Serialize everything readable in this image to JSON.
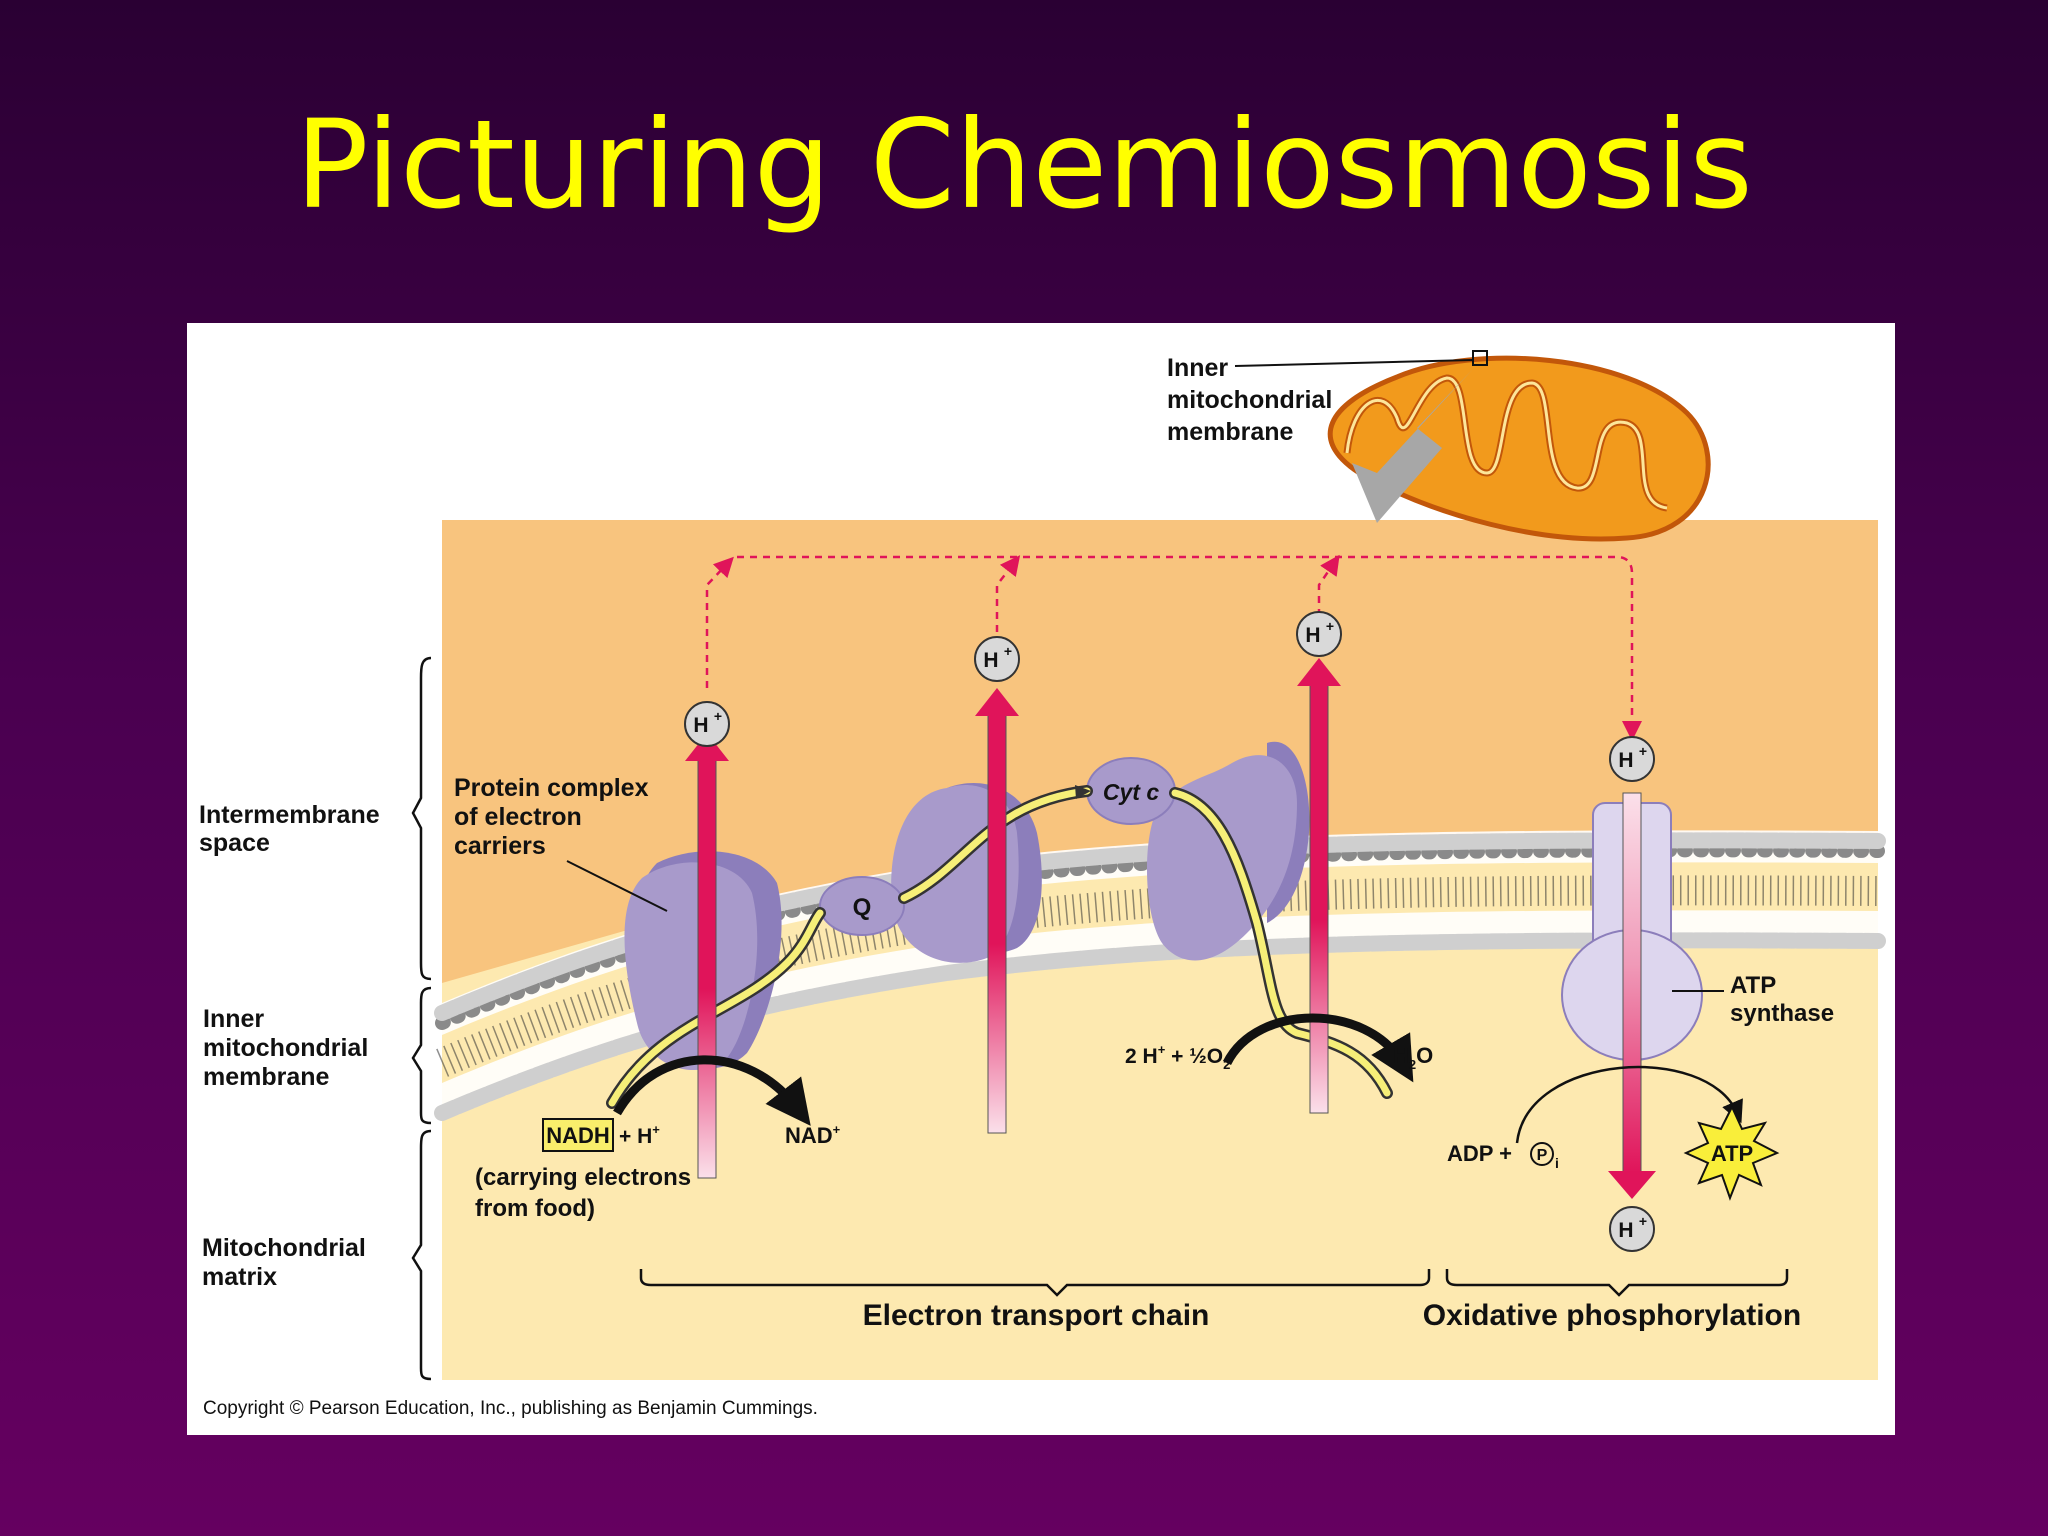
{
  "slide": {
    "title": "Picturing Chemiosmosis"
  },
  "figure": {
    "callout_inner_membrane": [
      "Inner",
      "mitochondrial",
      "membrane"
    ],
    "side_labels": {
      "intermembrane_space": [
        "Intermembrane",
        "space"
      ],
      "inner_membrane": [
        "Inner",
        "mitochondrial",
        "membrane"
      ],
      "matrix": [
        "Mitochondrial",
        "matrix"
      ]
    },
    "protein_complex_label": [
      "Protein complex",
      "of electron",
      "carriers"
    ],
    "proton": "H",
    "proton_charge": "+",
    "carrier_q": "Q",
    "carrier_cytc": "Cyt c",
    "nadh_box": "NADH",
    "nadh_plus": "+ H",
    "nadh_note": [
      "(carrying electrons",
      "from food)"
    ],
    "nad_plus": "NAD",
    "oxygen_eq": "2 H",
    "oxygen_eq_rest": " + ½O",
    "oxygen_sub": "2",
    "water": "H",
    "water_sub": "2",
    "water_o": "O",
    "atp_synthase_label": [
      "ATP",
      "synthase"
    ],
    "adp": "ADP + ",
    "pi": "P",
    "pi_sub": "i",
    "atp": "ATP",
    "section_etc": "Electron transport chain",
    "section_oxphos": "Oxidative phosphorylation",
    "copyright": "Copyright © Pearson Education, Inc., publishing as Benjamin Cummings.",
    "colors": {
      "title": "#ffff00",
      "intermembrane": "#f8c47e",
      "matrix": "#fde9b0",
      "proton_arrow": "#e0145a",
      "protein": "#a89acb",
      "electron_path": "#f6ef78",
      "mitochondrion": "#f29a1c"
    }
  }
}
